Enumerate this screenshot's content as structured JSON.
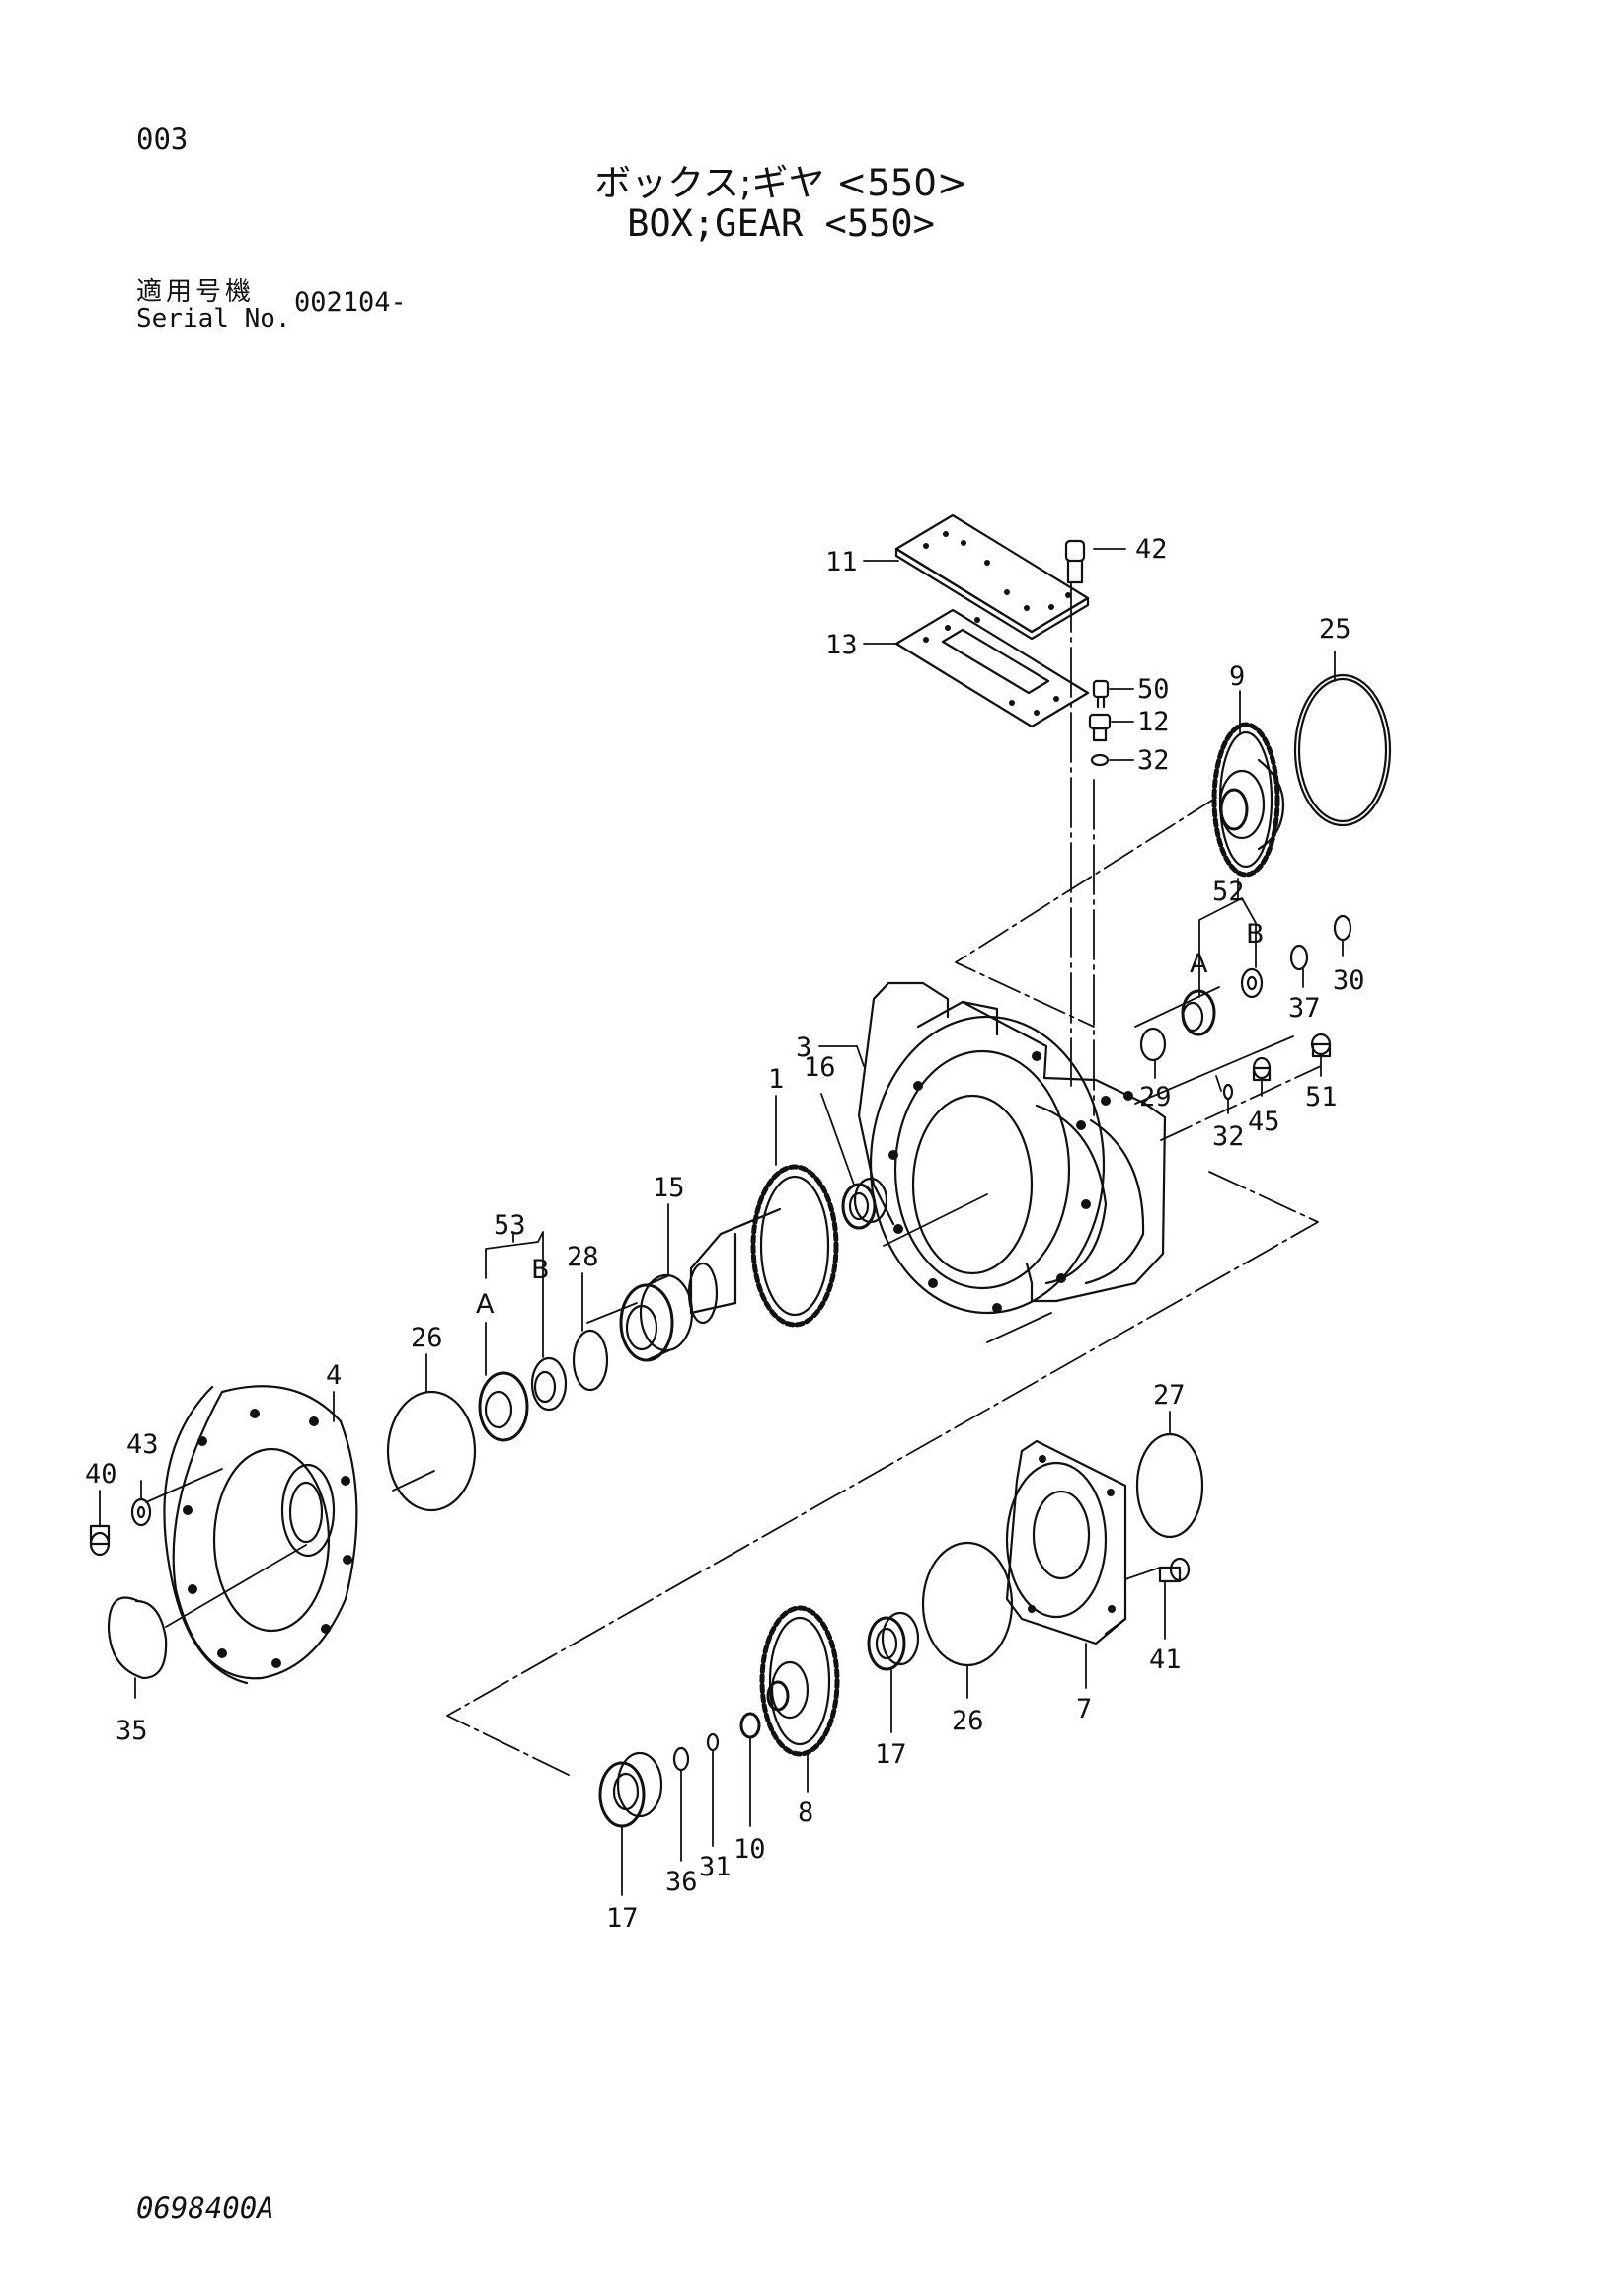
{
  "header": {
    "page_number": "003",
    "title_jp": "ボックス;ギヤ <550>",
    "title_en": "BOX;GEAR <550>",
    "serial_label_jp": "適用号機",
    "serial_label_en": "Serial No.",
    "serial_value": "002104-"
  },
  "footer": {
    "drawing_code": "0698400A"
  },
  "callouts": {
    "c1": "1",
    "c3": "3",
    "c4": "4",
    "c7": "7",
    "c8": "8",
    "c9": "9",
    "c10": "10",
    "c11": "11",
    "c12": "12",
    "c13": "13",
    "c15": "15",
    "c16": "16",
    "c17a": "17",
    "c17b": "17",
    "c25": "25",
    "c26a": "26",
    "c26b": "26",
    "c27": "27",
    "c28": "28",
    "c29": "29",
    "c30": "30",
    "c31": "31",
    "c32a": "32",
    "c32b": "32",
    "c35": "35",
    "c36": "36",
    "c37": "37",
    "c40": "40",
    "c41": "41",
    "c42": "42",
    "c43": "43",
    "c45": "45",
    "c50": "50",
    "c51": "51",
    "c52": "52",
    "c53": "53",
    "s52a": "A",
    "s52b": "B",
    "s53a": "A",
    "s53b": "B"
  }
}
